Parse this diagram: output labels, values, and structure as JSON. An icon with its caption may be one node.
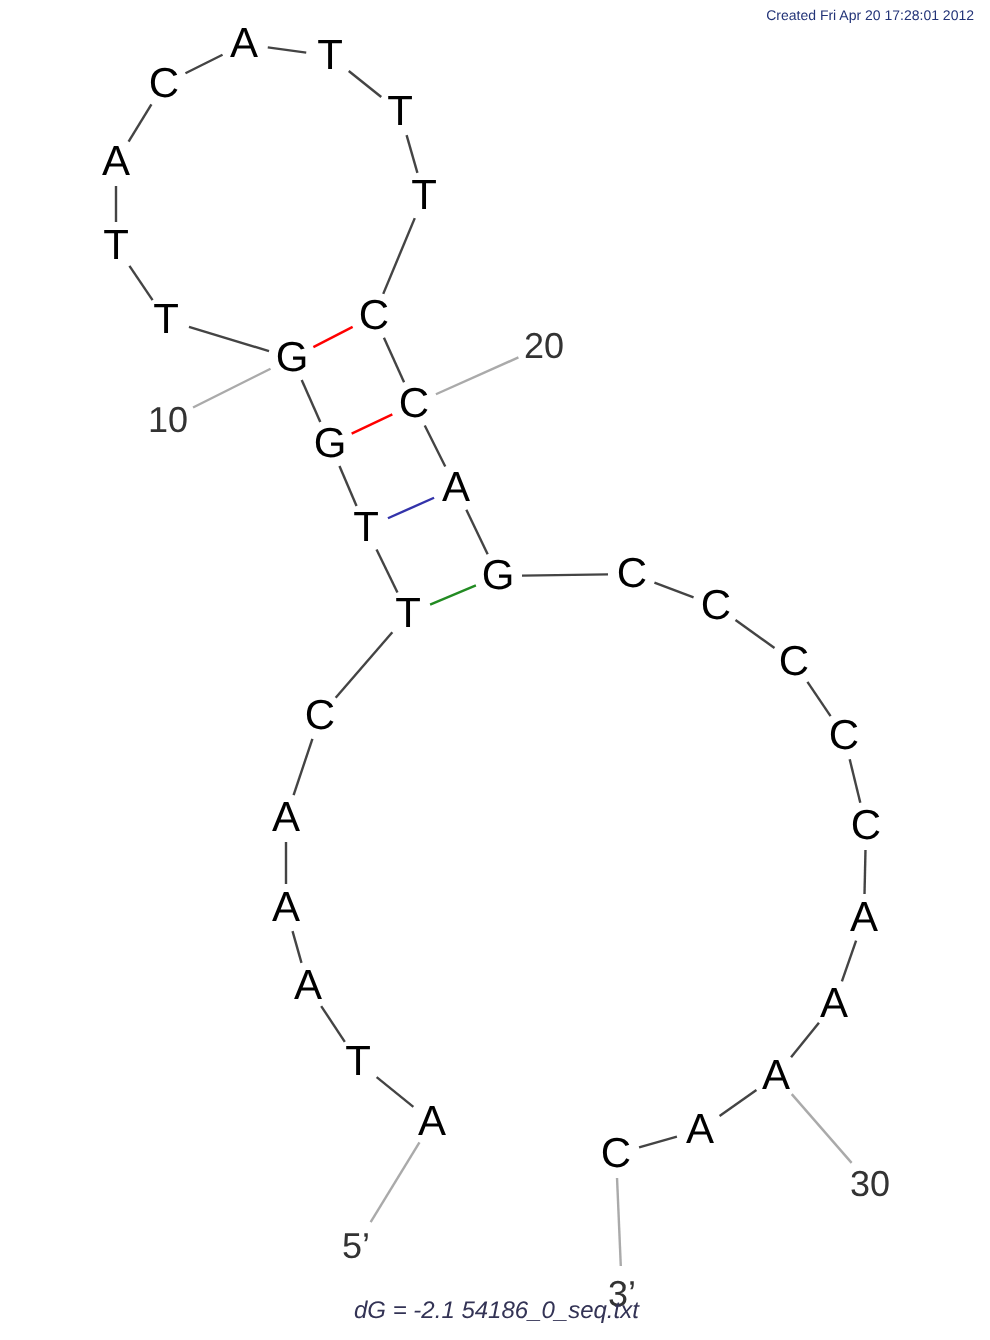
{
  "diagram": {
    "nodes": [
      {
        "text": [
          "A"
        ]
      },
      {
        "text": [
          "T"
        ]
      },
      {
        "text": [
          "A"
        ]
      },
      {
        "text": [
          "A"
        ]
      },
      {
        "text": [
          "A"
        ]
      },
      {
        "text": [
          "C"
        ]
      },
      {
        "text": [
          "T"
        ]
      },
      {
        "text": [
          "T"
        ]
      },
      {
        "text": [
          "G"
        ]
      },
      {
        "text": [
          "G"
        ]
      },
      {
        "text": [
          "T"
        ]
      },
      {
        "text": [
          "T"
        ]
      },
      {
        "text": [
          "A"
        ]
      },
      {
        "text": [
          "C"
        ]
      },
      {
        "text": [
          "A"
        ]
      },
      {
        "text": [
          "T"
        ]
      },
      {
        "text": [
          "T"
        ]
      },
      {
        "text": [
          "T"
        ]
      },
      {
        "text": [
          "C"
        ]
      },
      {
        "text": [
          "C"
        ]
      },
      {
        "text": [
          "A"
        ]
      },
      {
        "text": [
          "G"
        ]
      },
      {
        "text": [
          "C"
        ]
      },
      {
        "text": [
          "C"
        ]
      },
      {
        "text": [
          "C"
        ]
      },
      {
        "text": [
          "C"
        ]
      },
      {
        "text": [
          "C"
        ]
      },
      {
        "text": [
          "A"
        ]
      },
      {
        "text": [
          "A"
        ]
      },
      {
        "text": [
          "A"
        ]
      },
      {
        "text": [
          "A"
        ]
      },
      {
        "text": [
          "C"
        ]
      },
      {
        "text": [
          "5’"
        ]
      },
      {
        "text": [
          "3’"
        ]
      },
      {
        "text": [
          "10"
        ]
      },
      {
        "text": [
          "20"
        ]
      },
      {
        "text": [
          "30"
        ]
      }
    ],
    "edges": [
      {
        "from": 0,
        "to": 1,
        "arrow": "none"
      },
      {
        "from": 1,
        "to": 2,
        "arrow": "none"
      },
      {
        "from": 2,
        "to": 3,
        "arrow": "none"
      },
      {
        "from": 3,
        "to": 4,
        "arrow": "none"
      },
      {
        "from": 4,
        "to": 5,
        "arrow": "none"
      },
      {
        "from": 5,
        "to": 6,
        "arrow": "none"
      },
      {
        "from": 6,
        "to": 7,
        "arrow": "none"
      },
      {
        "from": 7,
        "to": 8,
        "arrow": "none"
      },
      {
        "from": 8,
        "to": 9,
        "arrow": "none"
      },
      {
        "from": 9,
        "to": 10,
        "arrow": "none"
      },
      {
        "from": 10,
        "to": 11,
        "arrow": "none"
      },
      {
        "from": 11,
        "to": 12,
        "arrow": "none"
      },
      {
        "from": 12,
        "to": 13,
        "arrow": "none"
      },
      {
        "from": 13,
        "to": 14,
        "arrow": "none"
      },
      {
        "from": 14,
        "to": 15,
        "arrow": "none"
      },
      {
        "from": 15,
        "to": 16,
        "arrow": "none"
      },
      {
        "from": 16,
        "to": 17,
        "arrow": "none"
      },
      {
        "from": 17,
        "to": 18,
        "arrow": "none"
      },
      {
        "from": 18,
        "to": 19,
        "arrow": "none"
      },
      {
        "from": 19,
        "to": 20,
        "arrow": "none"
      },
      {
        "from": 20,
        "to": 21,
        "arrow": "none"
      },
      {
        "from": 21,
        "to": 22,
        "arrow": "none"
      },
      {
        "from": 22,
        "to": 23,
        "arrow": "none"
      },
      {
        "from": 23,
        "to": 24,
        "arrow": "none"
      },
      {
        "from": 24,
        "to": 25,
        "arrow": "none"
      },
      {
        "from": 25,
        "to": 26,
        "arrow": "none"
      },
      {
        "from": 26,
        "to": 27,
        "arrow": "none"
      },
      {
        "from": 27,
        "to": 28,
        "arrow": "none"
      },
      {
        "from": 28,
        "to": 29,
        "arrow": "none"
      },
      {
        "from": 29,
        "to": 30,
        "arrow": "none"
      },
      {
        "from": 30,
        "to": 31,
        "arrow": "none"
      },
      {
        "from": 9,
        "to": 18,
        "arrow": "none",
        "color": "#ff0000"
      },
      {
        "from": 8,
        "to": 19,
        "arrow": "none",
        "color": "#ff0000"
      },
      {
        "from": 7,
        "to": 20,
        "arrow": "none",
        "color": "#3333aa"
      },
      {
        "from": 6,
        "to": 21,
        "arrow": "none",
        "color": "#228b22"
      },
      {
        "from": 32,
        "to": 0,
        "arrow": "none",
        "color": "#aaaaaa"
      },
      {
        "from": 33,
        "to": 31,
        "arrow": "none",
        "color": "#aaaaaa"
      },
      {
        "from": 34,
        "to": 9,
        "arrow": "none",
        "color": "#aaaaaa"
      },
      {
        "from": 35,
        "to": 19,
        "arrow": "none",
        "color": "#aaaaaa"
      },
      {
        "from": 36,
        "to": 29,
        "arrow": "none",
        "color": "#aaaaaa"
      }
    ],
    "labels": [
      "Created Fri Apr 20 17:28:01 2012",
      "dG = -2.1 54186_0_seq.txt"
    ]
  }
}
